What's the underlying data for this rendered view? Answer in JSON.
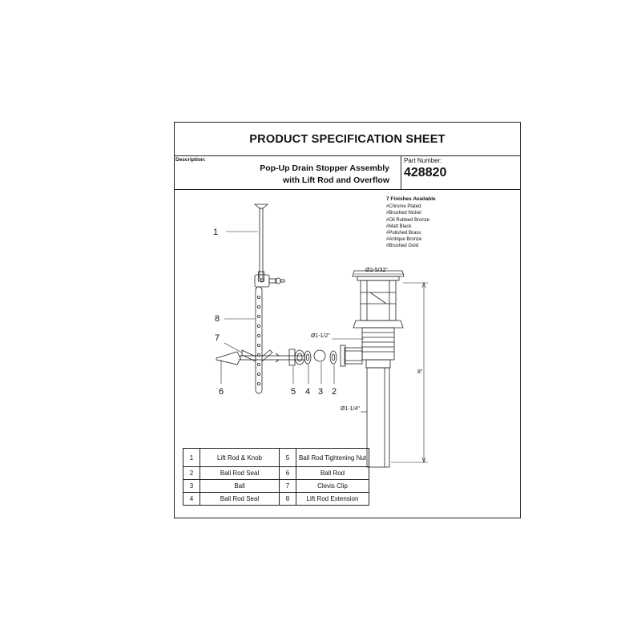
{
  "sheet": {
    "title": "PRODUCT SPECIFICATION SHEET",
    "description_label": "Description:",
    "description_line1": "Pop-Up Drain Stopper Assembly",
    "description_line2": "with Lift Rod and Overflow",
    "part_number_label": "Part Number:",
    "part_number": "428820"
  },
  "finishes": {
    "heading": "7 Finishes Available",
    "items": [
      "#Chrome Plated",
      "#Brushed Nickel",
      "#Oil Rubbed Bronze",
      "#Matt Black",
      "#Polished Brass",
      "#Antique Bronze",
      "#Brushed Gold"
    ]
  },
  "callouts": {
    "c1": "1",
    "c8": "8",
    "c7": "7",
    "c6": "6",
    "c5": "5",
    "c4": "4",
    "c3": "3",
    "c2": "2"
  },
  "dimensions": {
    "flange_diameter": "Ø2-5/32\"",
    "thread_diameter": "Ø1-1/2\"",
    "tail_diameter": "Ø1-1/4\"",
    "overall_height": "8\""
  },
  "parts": [
    {
      "n1": "1",
      "name1": "Lift Rod & Knob",
      "n2": "5",
      "name2": "Ball Rod Tightening Nut"
    },
    {
      "n1": "2",
      "name1": "Ball Rod Seal",
      "n2": "6",
      "name2": "Ball Rod"
    },
    {
      "n1": "3",
      "name1": "Ball",
      "n2": "7",
      "name2": "Clevis Clip"
    },
    {
      "n1": "4",
      "name1": "Ball Rod Seal",
      "n2": "8",
      "name2": "Lift Rod Extension"
    }
  ]
}
